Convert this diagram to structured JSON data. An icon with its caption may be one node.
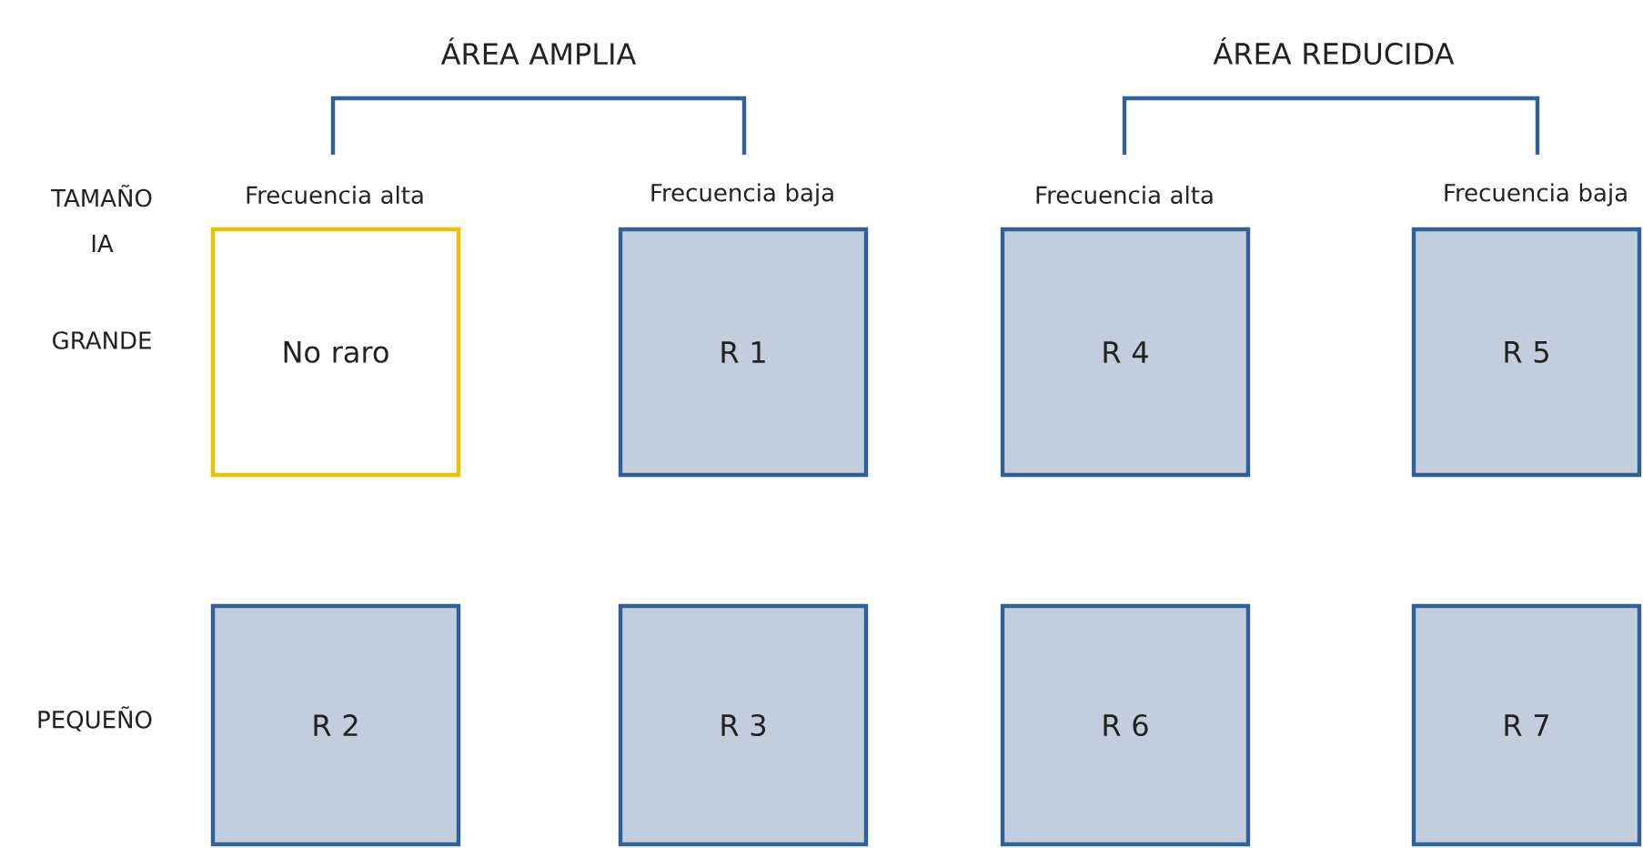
{
  "diagram": {
    "nodes": [
      {
        "text": [
          "No raro"
        ]
      },
      {
        "text": [
          "R 1"
        ]
      },
      {
        "text": [
          "R 4"
        ]
      },
      {
        "text": [
          "R 5"
        ]
      },
      {
        "text": [
          "R 2"
        ]
      },
      {
        "text": [
          "R 3"
        ]
      },
      {
        "text": [
          "R 6"
        ]
      },
      {
        "text": [
          "R 7"
        ]
      }
    ],
    "labels": [
      "ÁREA AMPLIA",
      "ÁREA REDUCIDA",
      "TAMAÑO IA",
      "Frecuencia alta",
      "Frecuencia baja",
      "Frecuencia alta",
      "Frecuencia baja",
      "GRANDE",
      "PEQUEÑO"
    ]
  }
}
